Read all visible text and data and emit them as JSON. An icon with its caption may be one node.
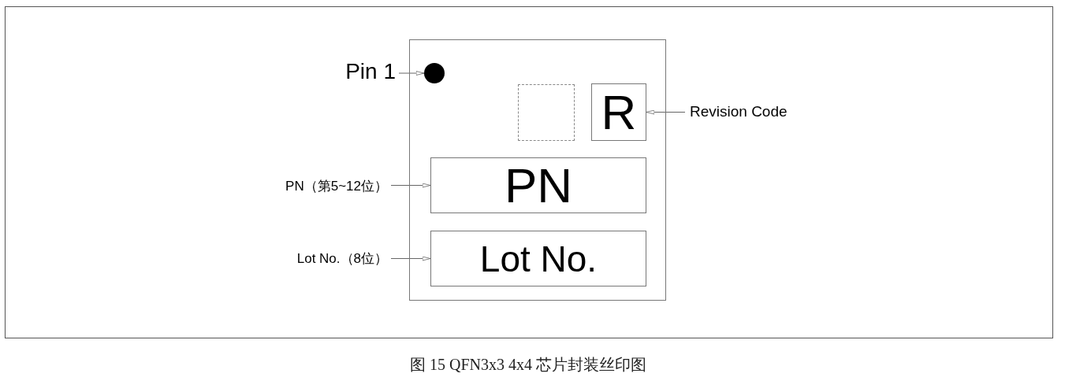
{
  "diagram": {
    "caption": "图 15  QFN3x3 4x4 芯片封装丝印图",
    "nodes": [
      {
        "text": [],
        "shape": "box"
      },
      {
        "text": [],
        "shape": "circle",
        "in": 0
      },
      {
        "text": [],
        "shape": "box",
        "in": 0
      },
      {
        "text": [
          "R"
        ],
        "in": 0
      },
      {
        "text": [
          "PN"
        ],
        "in": 0
      },
      {
        "text": [
          "Lot No."
        ],
        "in": 0
      },
      {
        "text": [
          "Pin 1"
        ]
      },
      {
        "text": [
          "Revision Code"
        ]
      },
      {
        "text": [
          "PN（第5~12位）"
        ]
      },
      {
        "text": [
          "Lot No.（8位）"
        ]
      }
    ],
    "edges": [
      {
        "from": 6,
        "to": 1,
        "arrow": "to"
      },
      {
        "from": 7,
        "to": 3,
        "arrow": "to"
      },
      {
        "from": 8,
        "to": 4,
        "arrow": "to"
      },
      {
        "from": 9,
        "to": 5,
        "arrow": "to"
      }
    ]
  }
}
